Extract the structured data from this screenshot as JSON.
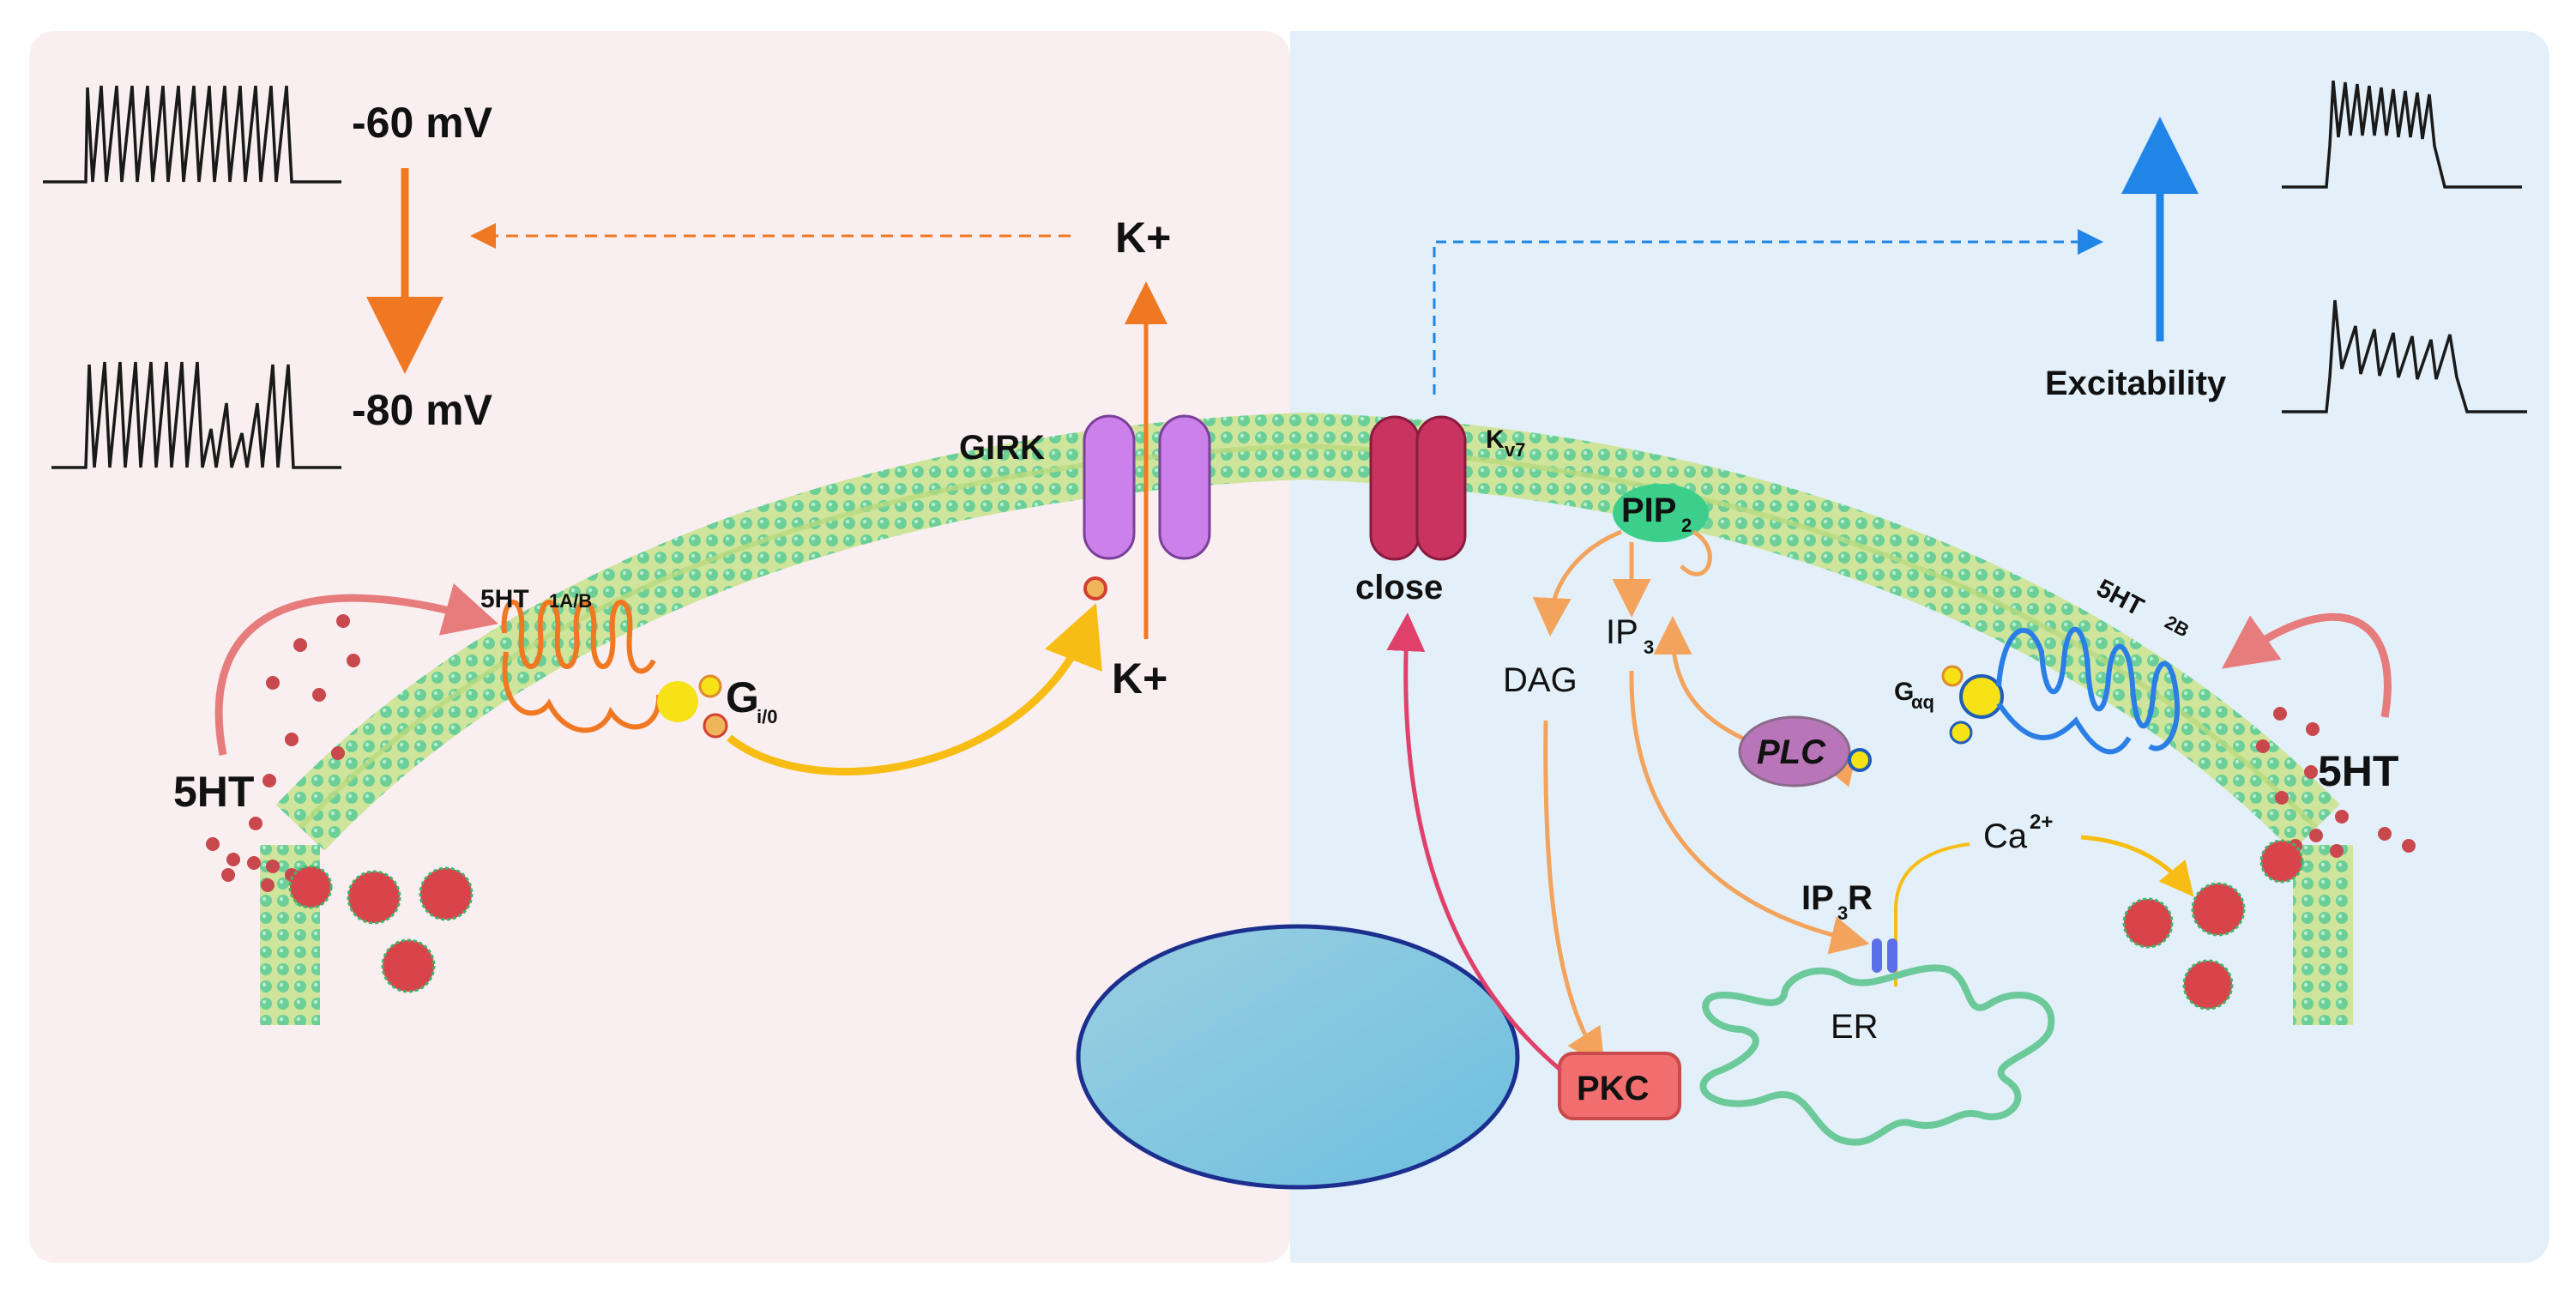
{
  "labels": {
    "voltage_high": "-60 mV",
    "voltage_low": "-80 mV",
    "k_out": "K+",
    "k_in": "K+",
    "girk": "GIRK",
    "kv7_main": "K",
    "kv7_sub": "v7",
    "close": "close",
    "pip2_main": "PIP",
    "pip2_sub": "2",
    "ip3_main": "IP",
    "ip3_sub": "3",
    "dag": "DAG",
    "plc": "PLC",
    "pkc": "PKC",
    "ip3r_a": "IP",
    "ip3r_sub": "3",
    "ip3r_b": "R",
    "er": "ER",
    "ca_main": "Ca",
    "ca_sup": "2+",
    "receptor_left_main": "5HT",
    "receptor_left_sub": "1A/B",
    "receptor_right_main": "5HT",
    "receptor_right_sub": "2B",
    "gi_main": "G",
    "gi_sub": "i/0",
    "gq_main": "G",
    "gq_sub": "αq",
    "serotonin_left": "5HT",
    "serotonin_right": "5HT",
    "excitability": "Excitability"
  },
  "colors": {
    "left_panel_bg": "#f9eff1",
    "right_panel_bg": "#e3f0f9",
    "orange_arrow": "#f07822",
    "blue_arrow": "#1f86e8",
    "yellow_arrow": "#f7bd14",
    "red_arrow": "#e0416a",
    "pink_arrow": "#e77c7c",
    "light_orange_arrow": "#f3a35c",
    "girk_channel": "#cc80ea",
    "kv7_channel": "#c8335f",
    "receptor_orange": "#f07822",
    "receptor_blue": "#2a7ee6",
    "pip2": "#3ccf8c",
    "plc": "#b876b9",
    "pkc": "#f26e6e",
    "serotonin_dots": "#c9484d",
    "vesicle": "#d9434a",
    "nucleus_fill": "#7fc3dc",
    "nucleus_stroke": "#1c2f8f",
    "er": "#6cc99a",
    "membrane_heads": "#6ccf98",
    "membrane_tails": "#c7e28a",
    "g_protein": "#f7e117"
  }
}
